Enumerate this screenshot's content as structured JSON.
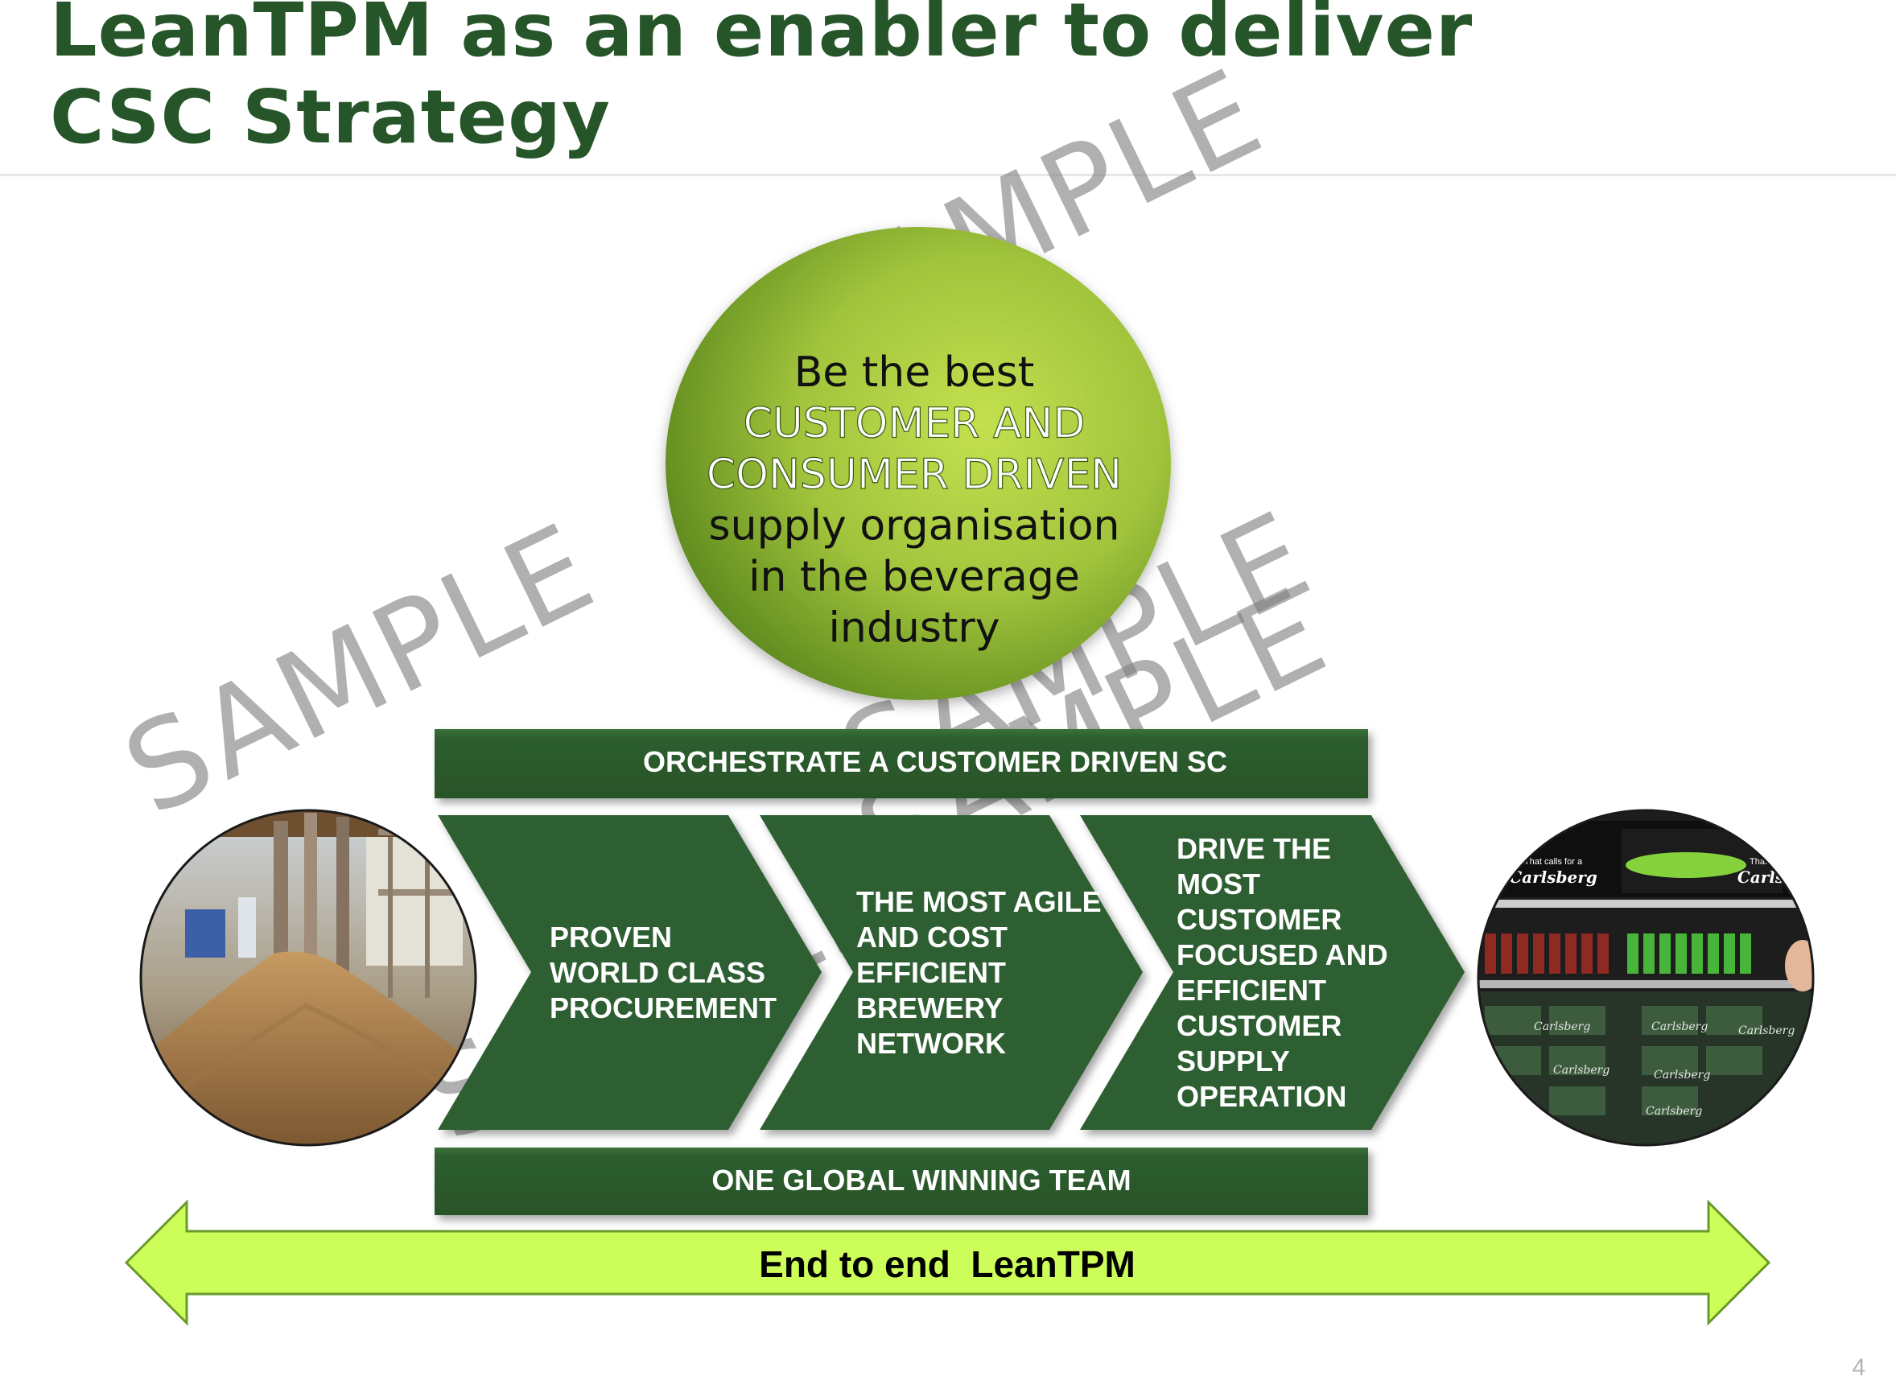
{
  "title": {
    "line1": "LeanTPM as an enabler to deliver",
    "line2": "CSC Strategy"
  },
  "vision_circle": {
    "lines": [
      {
        "text": "Be the best",
        "style": "dark"
      },
      {
        "text": "CUSTOMER AND",
        "style": "light"
      },
      {
        "text": "CONSUMER DRIVEN",
        "style": "light"
      },
      {
        "text": "supply organisation",
        "style": "dark"
      },
      {
        "text": "in the beverage",
        "style": "dark"
      },
      {
        "text": "industry",
        "style": "dark"
      }
    ]
  },
  "top_banner": "ORCHESTRATE A CUSTOMER DRIVEN SC",
  "bottom_banner": "ONE GLOBAL WINNING TEAM",
  "chevrons": [
    {
      "lines": [
        "PROVEN",
        "WORLD CLASS",
        "PROCUREMENT"
      ]
    },
    {
      "lines": [
        "THE MOST AGILE",
        "AND COST",
        "EFFICIENT",
        "BREWERY",
        "NETWORK"
      ]
    },
    {
      "lines": [
        "DRIVE THE",
        "MOST",
        "CUSTOMER",
        "FOCUSED AND",
        "EFFICIENT",
        "CUSTOMER",
        "SUPPLY",
        "OPERATION"
      ]
    }
  ],
  "arrow_label": "End to end  LeanTPM",
  "photo_left": {
    "icon": "grain-silo-photo"
  },
  "photo_right": {
    "icon": "store-shelf-photo",
    "sign_texts": [
      "That calls for a",
      "Carlsberg",
      "That",
      "Carlsb"
    ],
    "can_label": "Carlsberg"
  },
  "watermark": "SAMPLE",
  "page_number": "4",
  "colors": {
    "title": "#255528",
    "banner": "#2d5e2f",
    "chevron": "#2f5f30",
    "circle_light": "#b9d84a",
    "circle_dark": "#5e8a1e",
    "arrow_fill": "#ccfd58",
    "arrow_stroke": "#6a9a2a"
  }
}
